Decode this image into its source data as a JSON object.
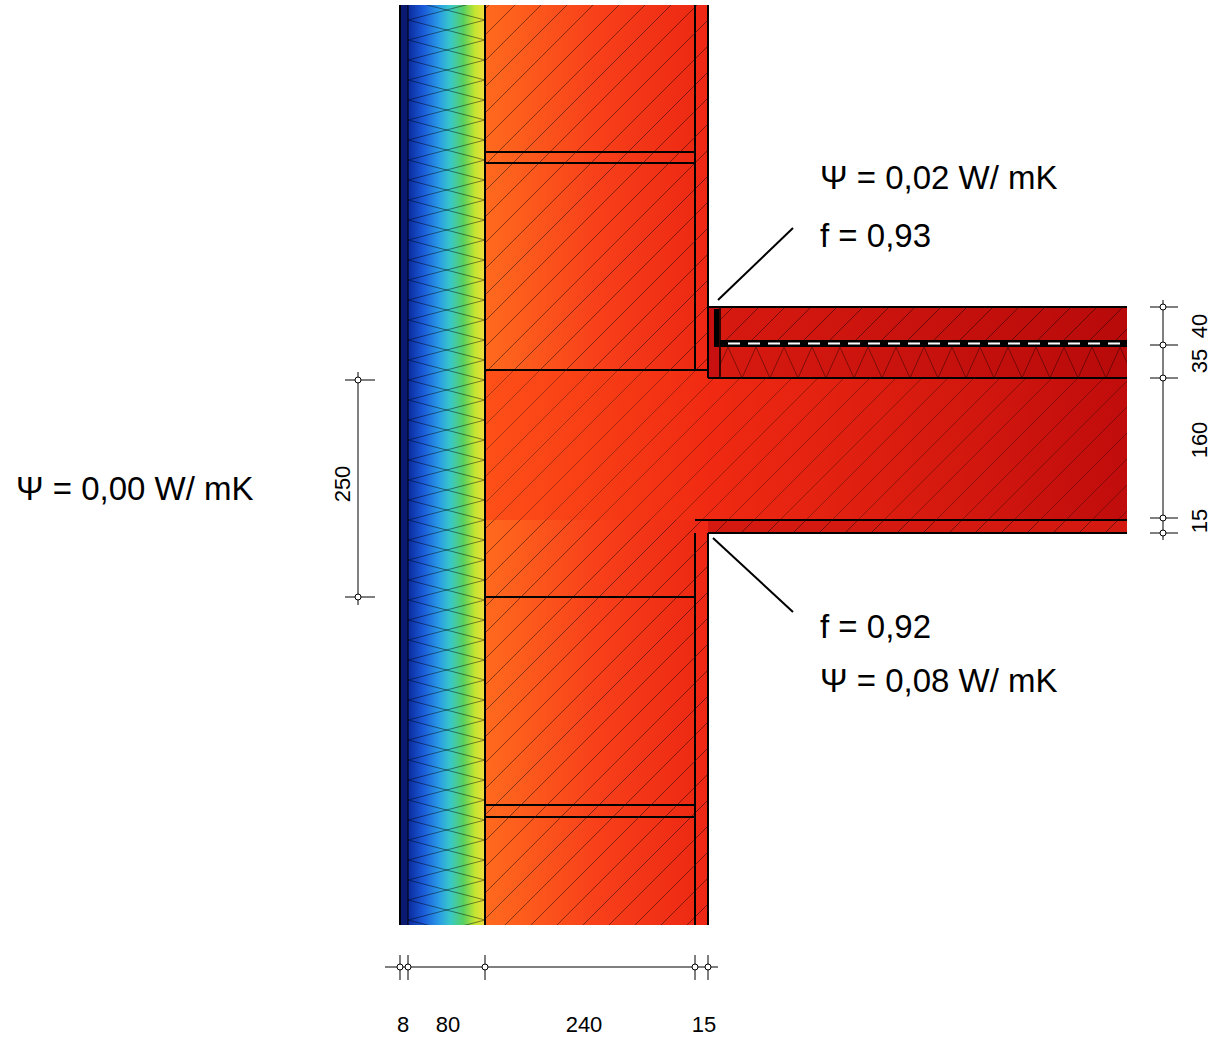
{
  "diagram": {
    "labels": [
      "Ψ = 0,02 W/ mK",
      "f = 0,93",
      "40",
      "35",
      "Ψ = 0,00 W/ mK",
      "250",
      "160",
      "15",
      "f = 0,92",
      "Ψ = 0,08 W/ mK",
      "8",
      "80",
      "240",
      "15"
    ]
  }
}
